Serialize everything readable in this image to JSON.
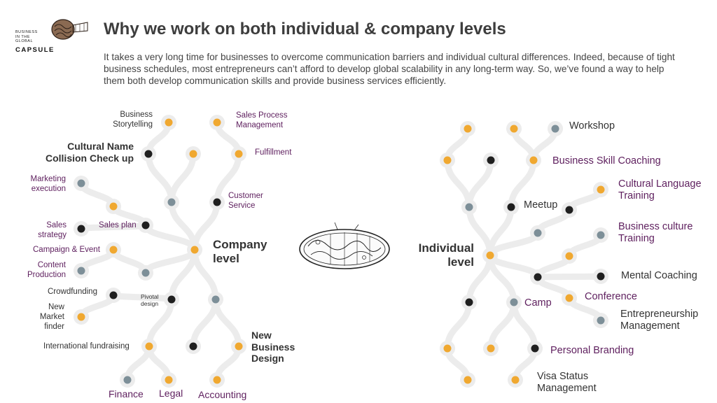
{
  "logo": {
    "tagline": [
      "BUSINESS",
      "IN THE",
      "GLOBAL"
    ],
    "brand": "CAPSULE"
  },
  "title": "Why we work on both individual & company levels",
  "intro": "It takes a very long time for businesses to overcome communication barriers and individual cultural differences. Indeed, because of tight business schedules, most entrepreneurs can’t afford to develop global scalability in any long-term way. So, we’ve found a way to help them both develop communication skills and provide business services efficiently.",
  "colors": {
    "orange": "#f0a830",
    "black": "#1f1f1f",
    "gray": "#7d8f98",
    "purple": "#5e1f5e",
    "branch": "#ececec"
  },
  "company": {
    "hub_label": "Company\nlevel",
    "labels": {
      "business_storytelling": "Business\nStorytelling",
      "sales_process": "Sales Process\nManagement",
      "cultural_name": "Cultural Name\nCollision Check up",
      "fulfillment": "Fulfillment",
      "marketing_execution": "Marketing\nexecution",
      "customer_service": "Customer\nService",
      "sales_strategy": "Sales\nstrategy",
      "sales_plan": "Sales plan",
      "campaign_event": "Campaign & Event",
      "content_production": "Content\nProduction",
      "crowdfunding": "Crowdfunding",
      "pivotal_design": "Pivotal\ndesign",
      "new_market_finder": "New\nMarket\nfinder",
      "international_fundraising": "International fundraising",
      "new_business_design": "New\nBusiness\nDesign",
      "finance": "Finance",
      "legal": "Legal",
      "accounting": "Accounting"
    }
  },
  "individual": {
    "hub_label": "Individual\nlevel",
    "labels": {
      "workshop": "Workshop",
      "business_skill_coaching": "Business Skill Coaching",
      "meetup": "Meetup",
      "cultural_language_training": "Cultural Language\nTraining",
      "business_culture_training": "Business culture\nTraining",
      "mental_coaching": "Mental Coaching",
      "camp": "Camp",
      "conference": "Conference",
      "entrepreneurship_management": "Entrepreneurship\nManagement",
      "personal_branding": "Personal Branding",
      "visa_status_management": "Visa Status\nManagement"
    }
  }
}
